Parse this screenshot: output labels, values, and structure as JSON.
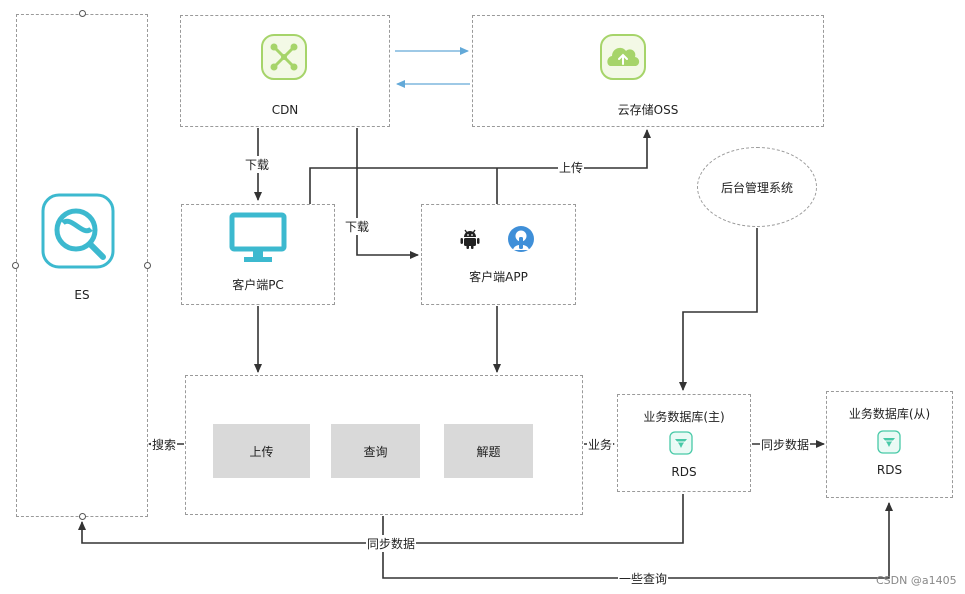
{
  "nodes": {
    "es": {
      "label": "ES"
    },
    "cdn": {
      "label": "CDN"
    },
    "oss": {
      "label": "云存储OSS"
    },
    "pc": {
      "label": "客户端PC"
    },
    "app": {
      "label": "客户端APP"
    },
    "admin": {
      "label": "后台管理系统"
    },
    "service": {
      "buttons": [
        "上传",
        "查询",
        "解题"
      ]
    },
    "db_master": {
      "title": "业务数据库(主)",
      "label": "RDS"
    },
    "db_slave": {
      "title": "业务数据库(从)",
      "label": "RDS"
    }
  },
  "edges": {
    "download_pc": "下载",
    "download_app": "下载",
    "upload_oss": "上传",
    "search": "搜索",
    "business": "业务",
    "sync_master_slave": "同步数据",
    "sync_es": "同步数据",
    "some_queries": "一些查询"
  },
  "watermark": "CSDN @a1405",
  "colors": {
    "cdn_green": "#a6d46a",
    "cyan": "#3cb9cf",
    "arrow_blue": "#63a9d8",
    "teal": "#48c9a7"
  }
}
